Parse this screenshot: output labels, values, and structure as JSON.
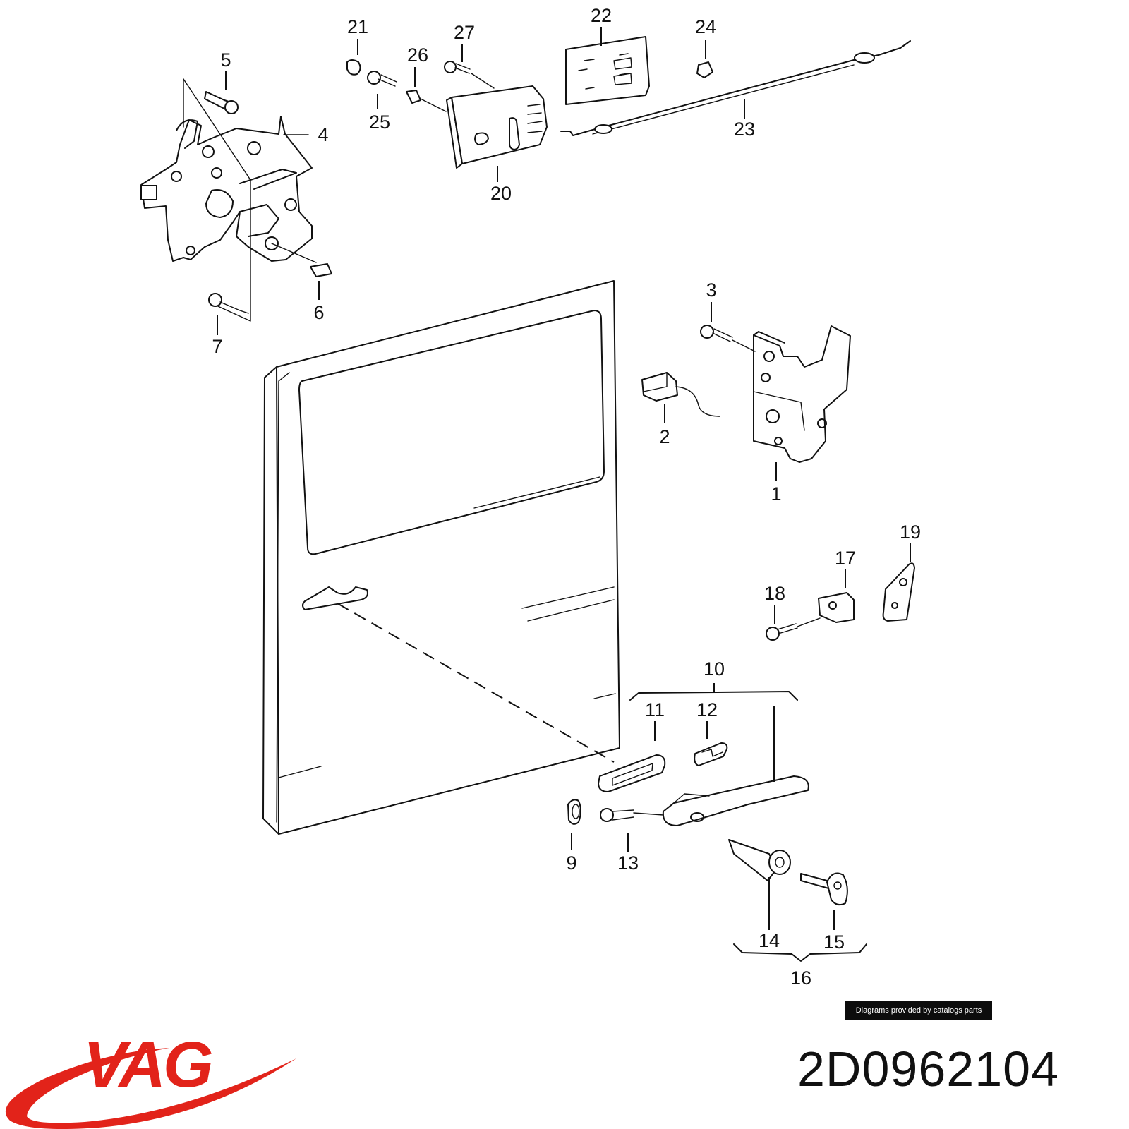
{
  "diagram": {
    "callouts": [
      "1",
      "2",
      "3",
      "4",
      "5",
      "6",
      "7",
      "9",
      "10",
      "11",
      "12",
      "13",
      "14",
      "15",
      "16",
      "17",
      "18",
      "19",
      "20",
      "21",
      "22",
      "23",
      "24",
      "25",
      "26",
      "27"
    ]
  },
  "footer": {
    "credit": "Diagrams provided by catalogs parts",
    "brand": "VAG",
    "part_number": "2D0962104"
  },
  "colors": {
    "brand_red": "#e2231a",
    "line": "#111111",
    "credit_bg": "#0c0c0c"
  }
}
